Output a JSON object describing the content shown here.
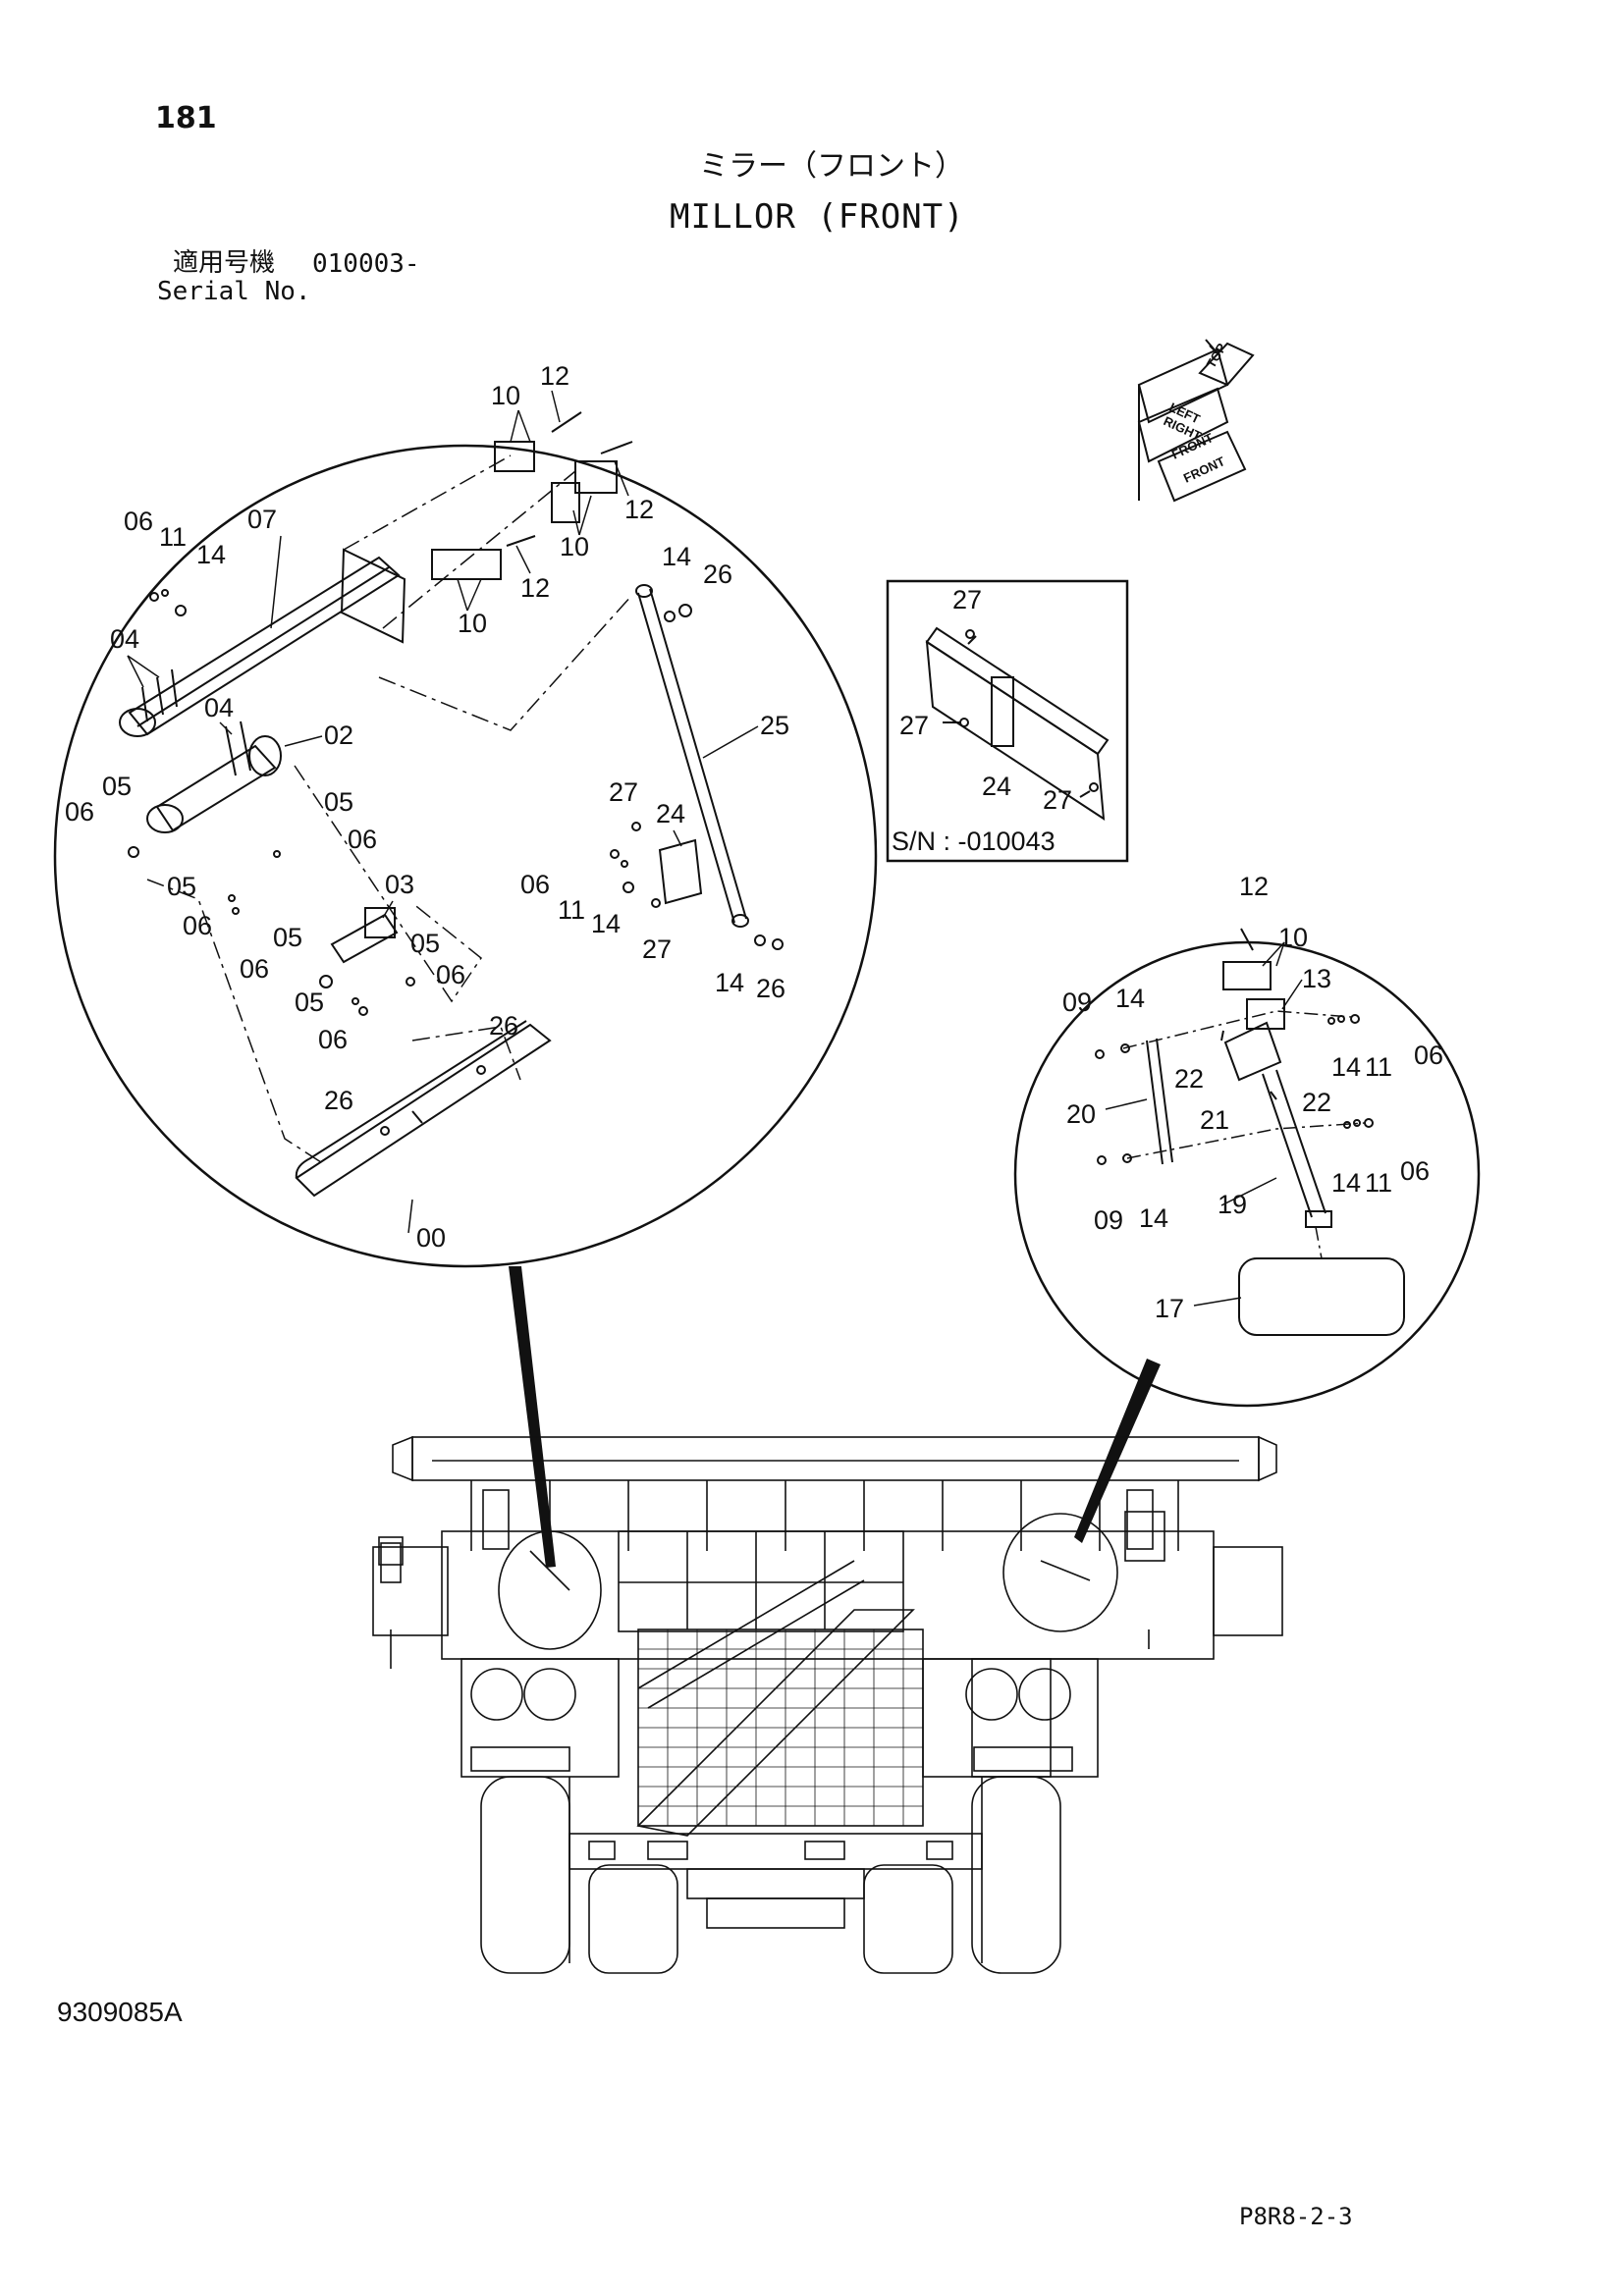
{
  "page_number": "181",
  "title_jp": "ミラー（フロント）",
  "title_en": "MILLOR (FRONT)",
  "serial": {
    "label_jp": "適用号機",
    "label_en": "Serial No.",
    "value": "010003-"
  },
  "inset_serial_note": "S/N : -010043",
  "orientation_labels": [
    "TOP",
    "LEFT",
    "RIGHT",
    "FRONT",
    "FRONT"
  ],
  "drawing_number": "9309085A",
  "page_code": "P8R8-2-3",
  "left_detail_callouts": [
    "10",
    "12",
    "12",
    "10",
    "12",
    "10",
    "06",
    "11",
    "14",
    "07",
    "14",
    "26",
    "04",
    "04",
    "02",
    "25",
    "05",
    "06",
    "05",
    "06",
    "27",
    "24",
    "05",
    "06",
    "03",
    "06",
    "11",
    "14",
    "27",
    "05",
    "06",
    "05",
    "06",
    "05",
    "06",
    "14",
    "26",
    "26",
    "26",
    "00"
  ],
  "inset_callouts": [
    "27",
    "27",
    "24",
    "27"
  ],
  "right_detail_callouts": [
    "12",
    "10",
    "13",
    "09",
    "14",
    "14",
    "11",
    "06",
    "22",
    "22",
    "20",
    "21",
    "14",
    "11",
    "06",
    "09",
    "14",
    "19",
    "17"
  ]
}
